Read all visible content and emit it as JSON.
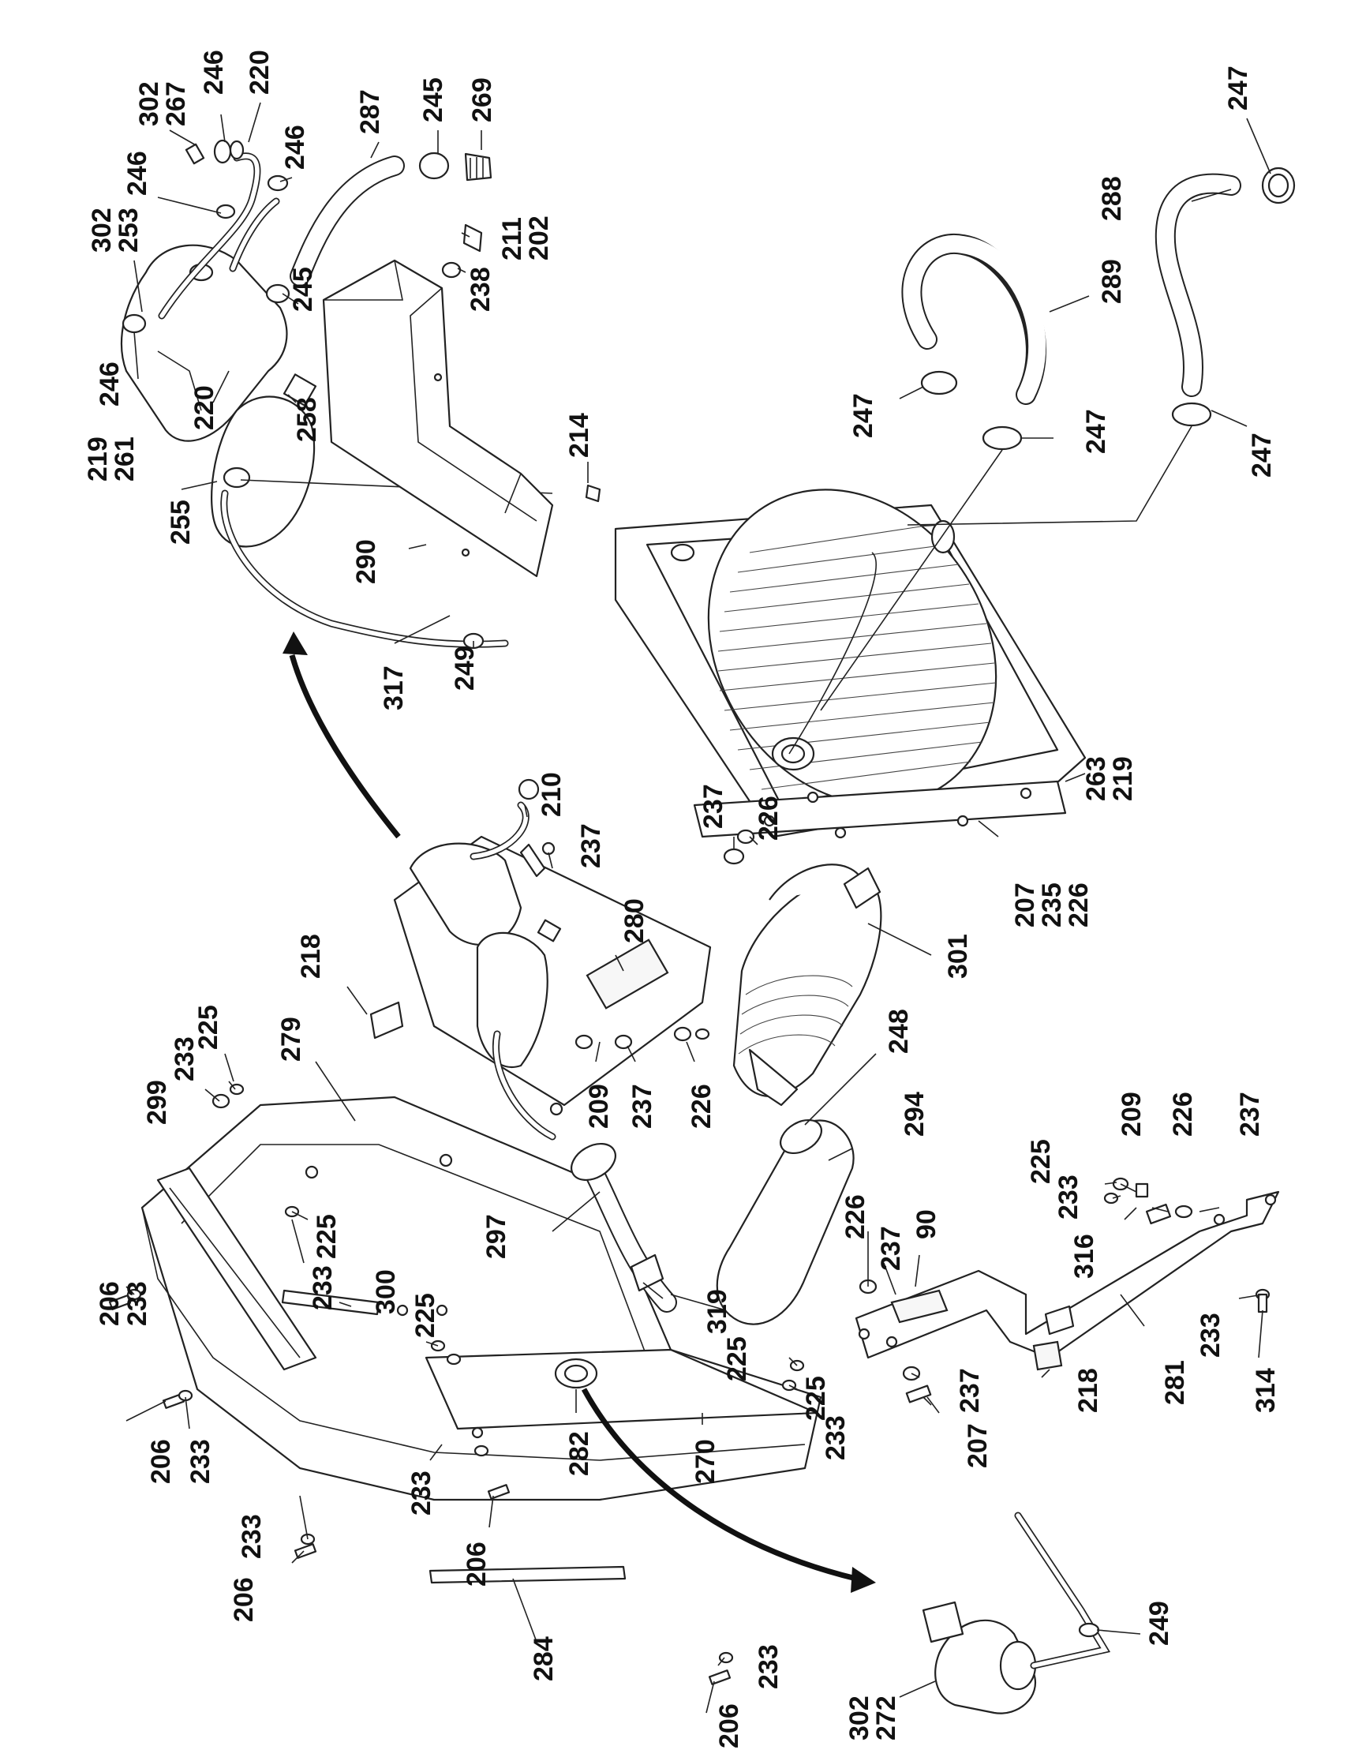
{
  "callouts": [
    {
      "id": "c1",
      "lines": [
        "302",
        "267"
      ]
    },
    {
      "id": "c2",
      "lines": [
        "246"
      ]
    },
    {
      "id": "c3",
      "lines": [
        "220"
      ]
    },
    {
      "id": "c4",
      "lines": [
        "287"
      ]
    },
    {
      "id": "c5",
      "lines": [
        "245"
      ]
    },
    {
      "id": "c6",
      "lines": [
        "269"
      ]
    },
    {
      "id": "c7",
      "lines": [
        "246"
      ]
    },
    {
      "id": "c8",
      "lines": [
        "246"
      ]
    },
    {
      "id": "c9",
      "lines": [
        "302",
        "253"
      ]
    },
    {
      "id": "c10",
      "lines": [
        "211",
        "202"
      ]
    },
    {
      "id": "c11",
      "lines": [
        "238"
      ]
    },
    {
      "id": "c12",
      "lines": [
        "245"
      ]
    },
    {
      "id": "c13",
      "lines": [
        "246"
      ]
    },
    {
      "id": "c14",
      "lines": [
        "220"
      ]
    },
    {
      "id": "c15",
      "lines": [
        "219",
        "261"
      ]
    },
    {
      "id": "c16",
      "lines": [
        "258"
      ]
    },
    {
      "id": "c17",
      "lines": [
        "214"
      ]
    },
    {
      "id": "c18",
      "lines": [
        "255"
      ]
    },
    {
      "id": "c19",
      "lines": [
        "290"
      ]
    },
    {
      "id": "c20",
      "lines": [
        "317"
      ]
    },
    {
      "id": "c21",
      "lines": [
        "249"
      ]
    },
    {
      "id": "c22",
      "lines": [
        "247"
      ]
    },
    {
      "id": "c23",
      "lines": [
        "288"
      ]
    },
    {
      "id": "c24",
      "lines": [
        "289"
      ]
    },
    {
      "id": "c25",
      "lines": [
        "247"
      ]
    },
    {
      "id": "c26",
      "lines": [
        "247"
      ]
    },
    {
      "id": "c27",
      "lines": [
        "247"
      ]
    },
    {
      "id": "c28",
      "lines": [
        "263",
        "219"
      ]
    },
    {
      "id": "c29",
      "lines": [
        "207",
        "235",
        "226"
      ]
    },
    {
      "id": "c30",
      "lines": [
        "237"
      ]
    },
    {
      "id": "c31",
      "lines": [
        "226"
      ]
    },
    {
      "id": "c32",
      "lines": [
        "210"
      ]
    },
    {
      "id": "c33",
      "lines": [
        "237"
      ]
    },
    {
      "id": "c34",
      "lines": [
        "280"
      ]
    },
    {
      "id": "c35",
      "lines": [
        "301"
      ]
    },
    {
      "id": "c36",
      "lines": [
        "218"
      ]
    },
    {
      "id": "c37",
      "lines": [
        "279"
      ]
    },
    {
      "id": "c38",
      "lines": [
        "299"
      ]
    },
    {
      "id": "c39",
      "lines": [
        "233"
      ]
    },
    {
      "id": "c40",
      "lines": [
        "225"
      ]
    },
    {
      "id": "c41",
      "lines": [
        "209"
      ]
    },
    {
      "id": "c42",
      "lines": [
        "237"
      ]
    },
    {
      "id": "c43",
      "lines": [
        "226"
      ]
    },
    {
      "id": "c44",
      "lines": [
        "248"
      ]
    },
    {
      "id": "c45",
      "lines": [
        "294"
      ]
    },
    {
      "id": "c46",
      "lines": [
        "209"
      ]
    },
    {
      "id": "c47",
      "lines": [
        "226"
      ]
    },
    {
      "id": "c48",
      "lines": [
        "237"
      ]
    },
    {
      "id": "c49",
      "lines": [
        "225"
      ]
    },
    {
      "id": "c50",
      "lines": [
        "233"
      ]
    },
    {
      "id": "c51",
      "lines": [
        "316"
      ]
    },
    {
      "id": "c52",
      "lines": [
        "297"
      ]
    },
    {
      "id": "c53",
      "lines": [
        "226"
      ]
    },
    {
      "id": "c54",
      "lines": [
        "237"
      ]
    },
    {
      "id": "c55",
      "lines": [
        "90"
      ]
    },
    {
      "id": "c56",
      "lines": [
        "225"
      ]
    },
    {
      "id": "c57",
      "lines": [
        "233"
      ]
    },
    {
      "id": "c58",
      "lines": [
        "206"
      ]
    },
    {
      "id": "c59",
      "lines": [
        "233"
      ]
    },
    {
      "id": "c60",
      "lines": [
        "300"
      ]
    },
    {
      "id": "c61",
      "lines": [
        "225"
      ]
    },
    {
      "id": "c62",
      "lines": [
        "319"
      ]
    },
    {
      "id": "c63",
      "lines": [
        "225"
      ]
    },
    {
      "id": "c64",
      "lines": [
        "225"
      ]
    },
    {
      "id": "c65",
      "lines": [
        "233"
      ]
    },
    {
      "id": "c66",
      "lines": [
        "237"
      ]
    },
    {
      "id": "c67",
      "lines": [
        "218"
      ]
    },
    {
      "id": "c68",
      "lines": [
        "281"
      ]
    },
    {
      "id": "c69",
      "lines": [
        "233"
      ]
    },
    {
      "id": "c70",
      "lines": [
        "314"
      ]
    },
    {
      "id": "c71",
      "lines": [
        "206"
      ]
    },
    {
      "id": "c72",
      "lines": [
        "233"
      ]
    },
    {
      "id": "c73",
      "lines": [
        "233"
      ]
    },
    {
      "id": "c74",
      "lines": [
        "282"
      ]
    },
    {
      "id": "c75",
      "lines": [
        "270"
      ]
    },
    {
      "id": "c76",
      "lines": [
        "207"
      ]
    },
    {
      "id": "c77",
      "lines": [
        "206"
      ]
    },
    {
      "id": "c78",
      "lines": [
        "233"
      ]
    },
    {
      "id": "c79",
      "lines": [
        "206"
      ]
    },
    {
      "id": "c80",
      "lines": [
        "249"
      ]
    },
    {
      "id": "c81",
      "lines": [
        "284"
      ]
    },
    {
      "id": "c82",
      "lines": [
        "233"
      ]
    },
    {
      "id": "c83",
      "lines": [
        "302",
        "272"
      ]
    },
    {
      "id": "c84",
      "lines": [
        "206"
      ]
    }
  ]
}
